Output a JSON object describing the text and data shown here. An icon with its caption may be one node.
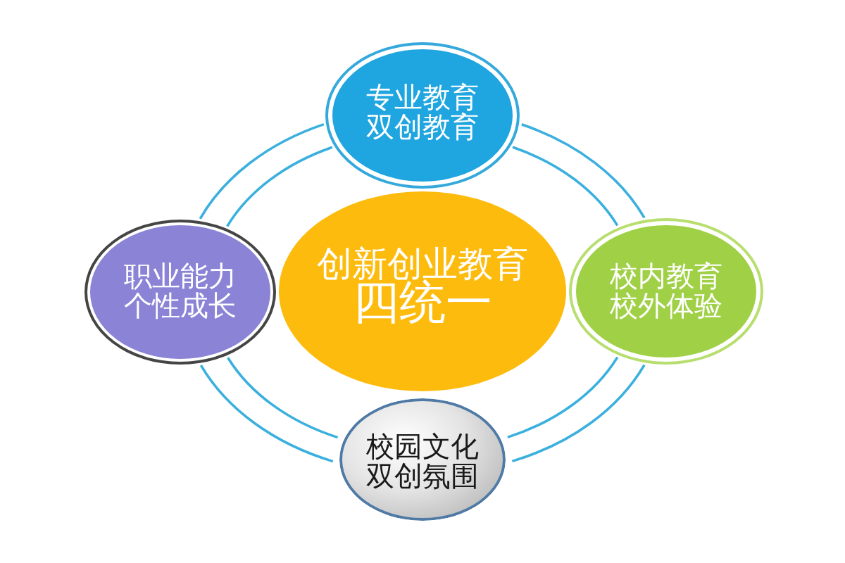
{
  "diagram": {
    "nodes": [
      {
        "text": [
          "专业教育",
          "双创教育"
        ]
      },
      {
        "text": [
          "职业能力",
          "个性成长"
        ]
      },
      {
        "text": [
          "创新创业教育",
          "四统一"
        ]
      },
      {
        "text": [
          "校内教育",
          "校外体验"
        ]
      },
      {
        "text": [
          "校园文化",
          "双创氛围"
        ]
      }
    ],
    "edges": [
      {
        "from": 0,
        "to": 1,
        "arrow": "none"
      },
      {
        "from": 0,
        "to": 1,
        "arrow": "none"
      },
      {
        "from": 0,
        "to": 3,
        "arrow": "none"
      },
      {
        "from": 0,
        "to": 3,
        "arrow": "none"
      },
      {
        "from": 1,
        "to": 4,
        "arrow": "none"
      },
      {
        "from": 1,
        "to": 4,
        "arrow": "none"
      },
      {
        "from": 3,
        "to": 4,
        "arrow": "none"
      },
      {
        "from": 3,
        "to": 4,
        "arrow": "none"
      }
    ]
  }
}
